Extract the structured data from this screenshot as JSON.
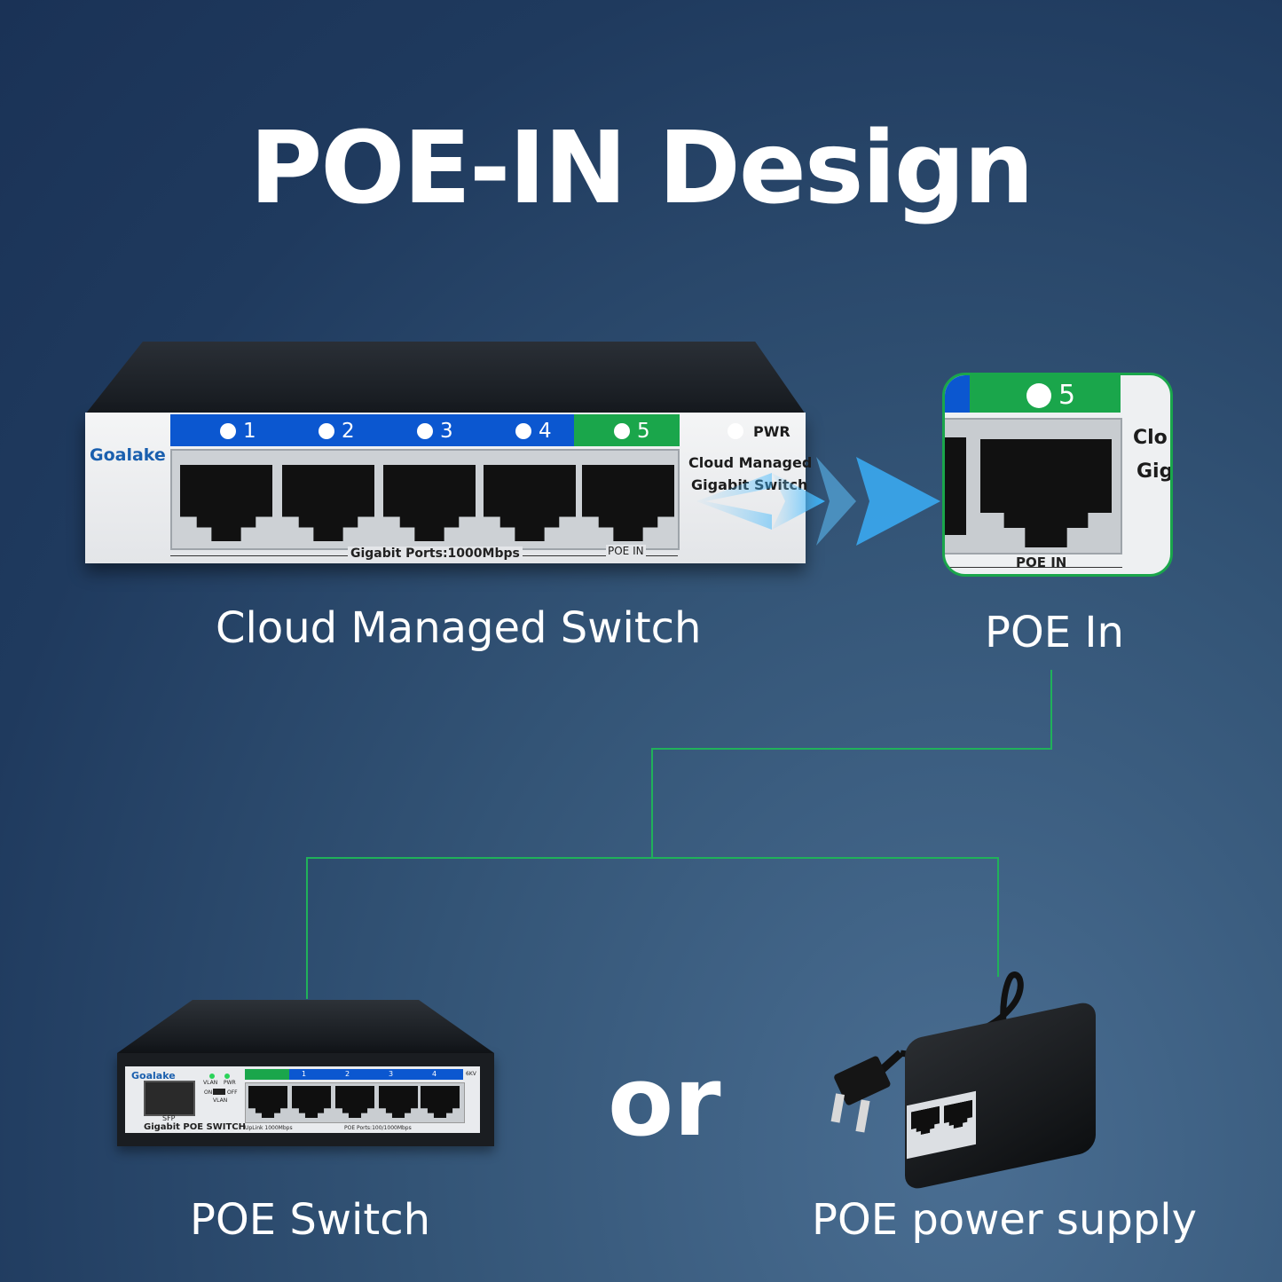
{
  "title": "POE-IN Design",
  "colors": {
    "background": "#1f3a5e",
    "port_blue": "#0b57d0",
    "port_green": "#1aa64b",
    "connector_line": "#20b15a",
    "text": "#ffffff"
  },
  "main_switch": {
    "brand": "Goalake",
    "ports": [
      {
        "label": "1"
      },
      {
        "label": "2"
      },
      {
        "label": "3"
      },
      {
        "label": "4"
      },
      {
        "label": "5"
      }
    ],
    "pwr_label": "PWR",
    "model_line1": "Cloud Managed",
    "model_line2": "Gigabit Switch",
    "ports_caption": "Gigabit Ports:1000Mbps",
    "poe_in_label": "POE IN",
    "caption": "Cloud Managed Switch"
  },
  "zoom": {
    "port_label": "5",
    "side_text_1": "Clo",
    "side_text_2": "Gig",
    "poe_in_label": "POE IN",
    "caption": "POE  In"
  },
  "poe_switch": {
    "brand": "Goalake",
    "vlan_label": "VLAN",
    "pwr_label": "PWR",
    "on_label": "ON",
    "off_label": "OFF",
    "vlan_label_2": "VLAN",
    "sfp_label": "SFP",
    "model": "Gigabit POE SWITCH",
    "uplink_caption": "UpLink 1000Mbps",
    "poe_caption": "POE Ports:100/1000Mbps",
    "kv_label": "6KV",
    "port_numbers": [
      "1",
      "2",
      "3",
      "4"
    ],
    "caption": "POE Switch"
  },
  "or_text": "or",
  "power_supply": {
    "caption": "POE power supply"
  }
}
